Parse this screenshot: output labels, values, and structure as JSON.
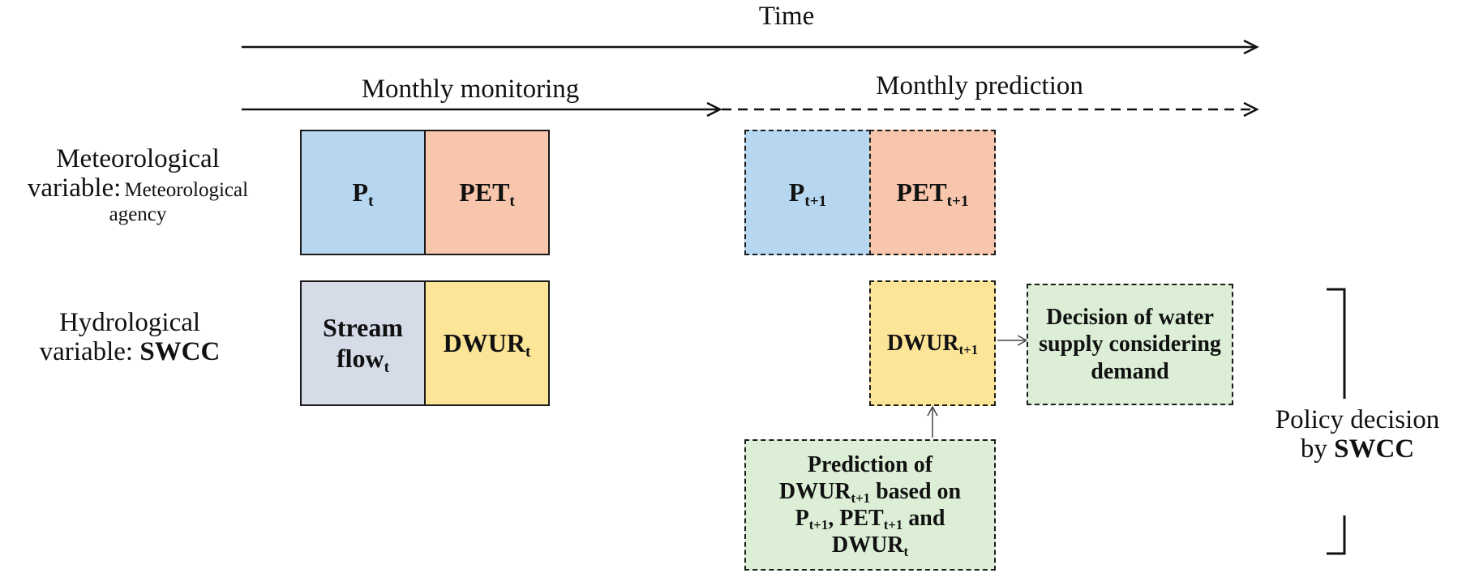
{
  "header": {
    "time_label": "Time",
    "monitoring_label": "Monthly monitoring",
    "prediction_label": "Monthly prediction"
  },
  "rows": {
    "meteorological": {
      "line1": "Meteorological",
      "line2a": "variable:",
      "line2b": "Meteorological",
      "line3": "agency"
    },
    "hydrological": {
      "line1": "Hydrological",
      "line2a": "variable:",
      "line2b": "SWCC"
    }
  },
  "boxes": {
    "p_t": {
      "main": "P",
      "sub": "t",
      "color": "#b6d7ef"
    },
    "pet_t": {
      "main": "PET",
      "sub": "t",
      "color": "#f8c6ad"
    },
    "streamflow_t": {
      "line1": "Stream",
      "line2_main": "flow",
      "line2_sub": "t",
      "color": "#d5dce8"
    },
    "dwur_t": {
      "main": "DWUR",
      "sub": "t",
      "color": "#fde597"
    },
    "p_t1": {
      "main": "P",
      "sub": "t+1",
      "color": "#b6d7ef"
    },
    "pet_t1": {
      "main": "PET",
      "sub": "t+1",
      "color": "#f8c6ad"
    },
    "dwur_t1": {
      "main": "DWUR",
      "sub": "t+1",
      "color": "#fde597"
    },
    "decision": {
      "line1": "Decision of water",
      "line2": "supply considering",
      "line3": "demand",
      "color": "#dcefd6"
    },
    "prediction": {
      "line1": "Prediction of",
      "line2_main": "DWUR",
      "line2_sub": "t+1",
      "line2_rest": " based on",
      "line3_a": "P",
      "line3_a_sub": "t+1",
      "line3_b": ", PET",
      "line3_b_sub": "t+1",
      "line3_c": " and",
      "line4_main": "DWUR",
      "line4_sub": "t",
      "color": "#dcefd6"
    }
  },
  "policy": {
    "line1": "Policy decision",
    "line2a": "by",
    "line2b": "SWCC"
  }
}
